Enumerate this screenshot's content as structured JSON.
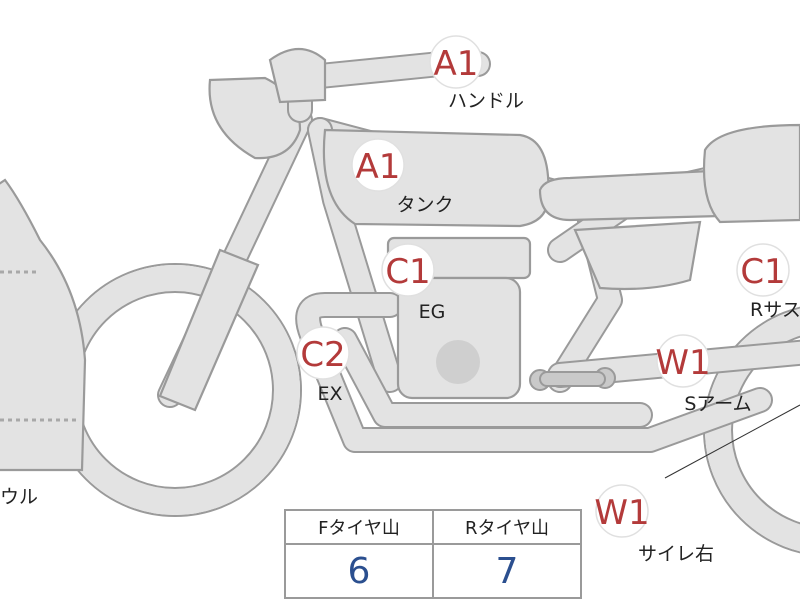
{
  "parts": [
    {
      "id": "handle",
      "code": "A1",
      "label": "ハンドル"
    },
    {
      "id": "tank",
      "code": "A1",
      "label": "タンク"
    },
    {
      "id": "engine",
      "code": "C1",
      "label": "EG"
    },
    {
      "id": "exhaust",
      "code": "C2",
      "label": "EX"
    },
    {
      "id": "rear-suspension",
      "code": "C1",
      "label": "Rサス"
    },
    {
      "id": "swing-arm",
      "code": "W1",
      "label": "Sアーム"
    },
    {
      "id": "silencer-right",
      "code": "W1",
      "label": "サイレ右"
    },
    {
      "id": "cowl",
      "code": "",
      "label": "ウル"
    }
  ],
  "tread_table": {
    "headers": [
      "Fタイヤ山",
      "Rタイヤ山"
    ],
    "values": [
      "6",
      "7"
    ]
  },
  "colors": {
    "part_fill": "#e3e3e3",
    "part_outline": "#9a9a9a",
    "code_text": "#b33a3a",
    "table_value": "#2b4f8f"
  }
}
